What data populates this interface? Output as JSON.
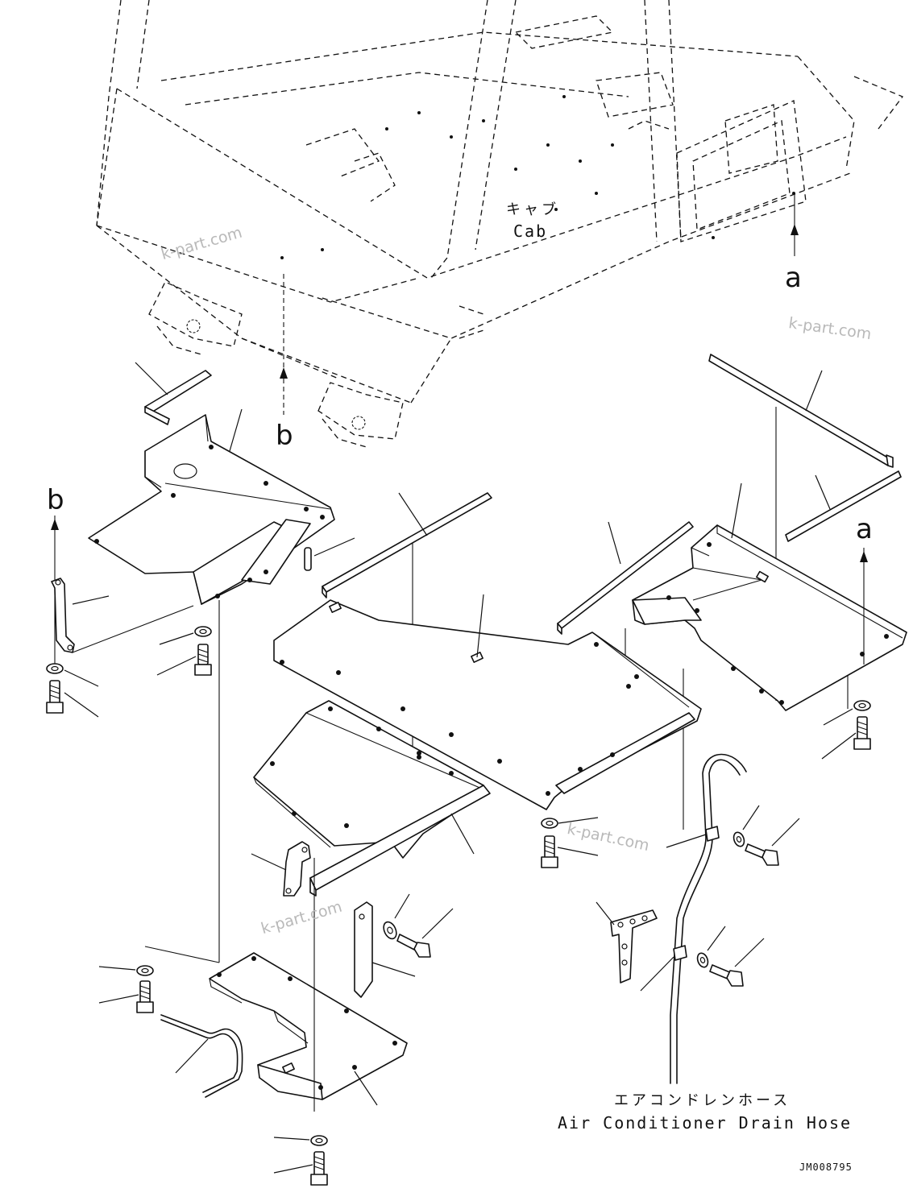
{
  "labels": {
    "cab_jp": "キャブ",
    "cab_en": "Cab",
    "hose_jp": "エアコンドレンホース",
    "hose_en": "Air Conditioner Drain Hose",
    "ref_a_top": "a",
    "ref_a_right": "a",
    "ref_b_center": "b",
    "ref_b_left": "b",
    "drawing_code": "JM008795"
  },
  "watermark": {
    "text_1": "k-part.com",
    "text_2": "k-part.com",
    "text_3": "k-part.com",
    "text_4": "k-part.com",
    "color": "#b9b9b9"
  },
  "colors": {
    "line": "#111111",
    "background": "#ffffff"
  }
}
